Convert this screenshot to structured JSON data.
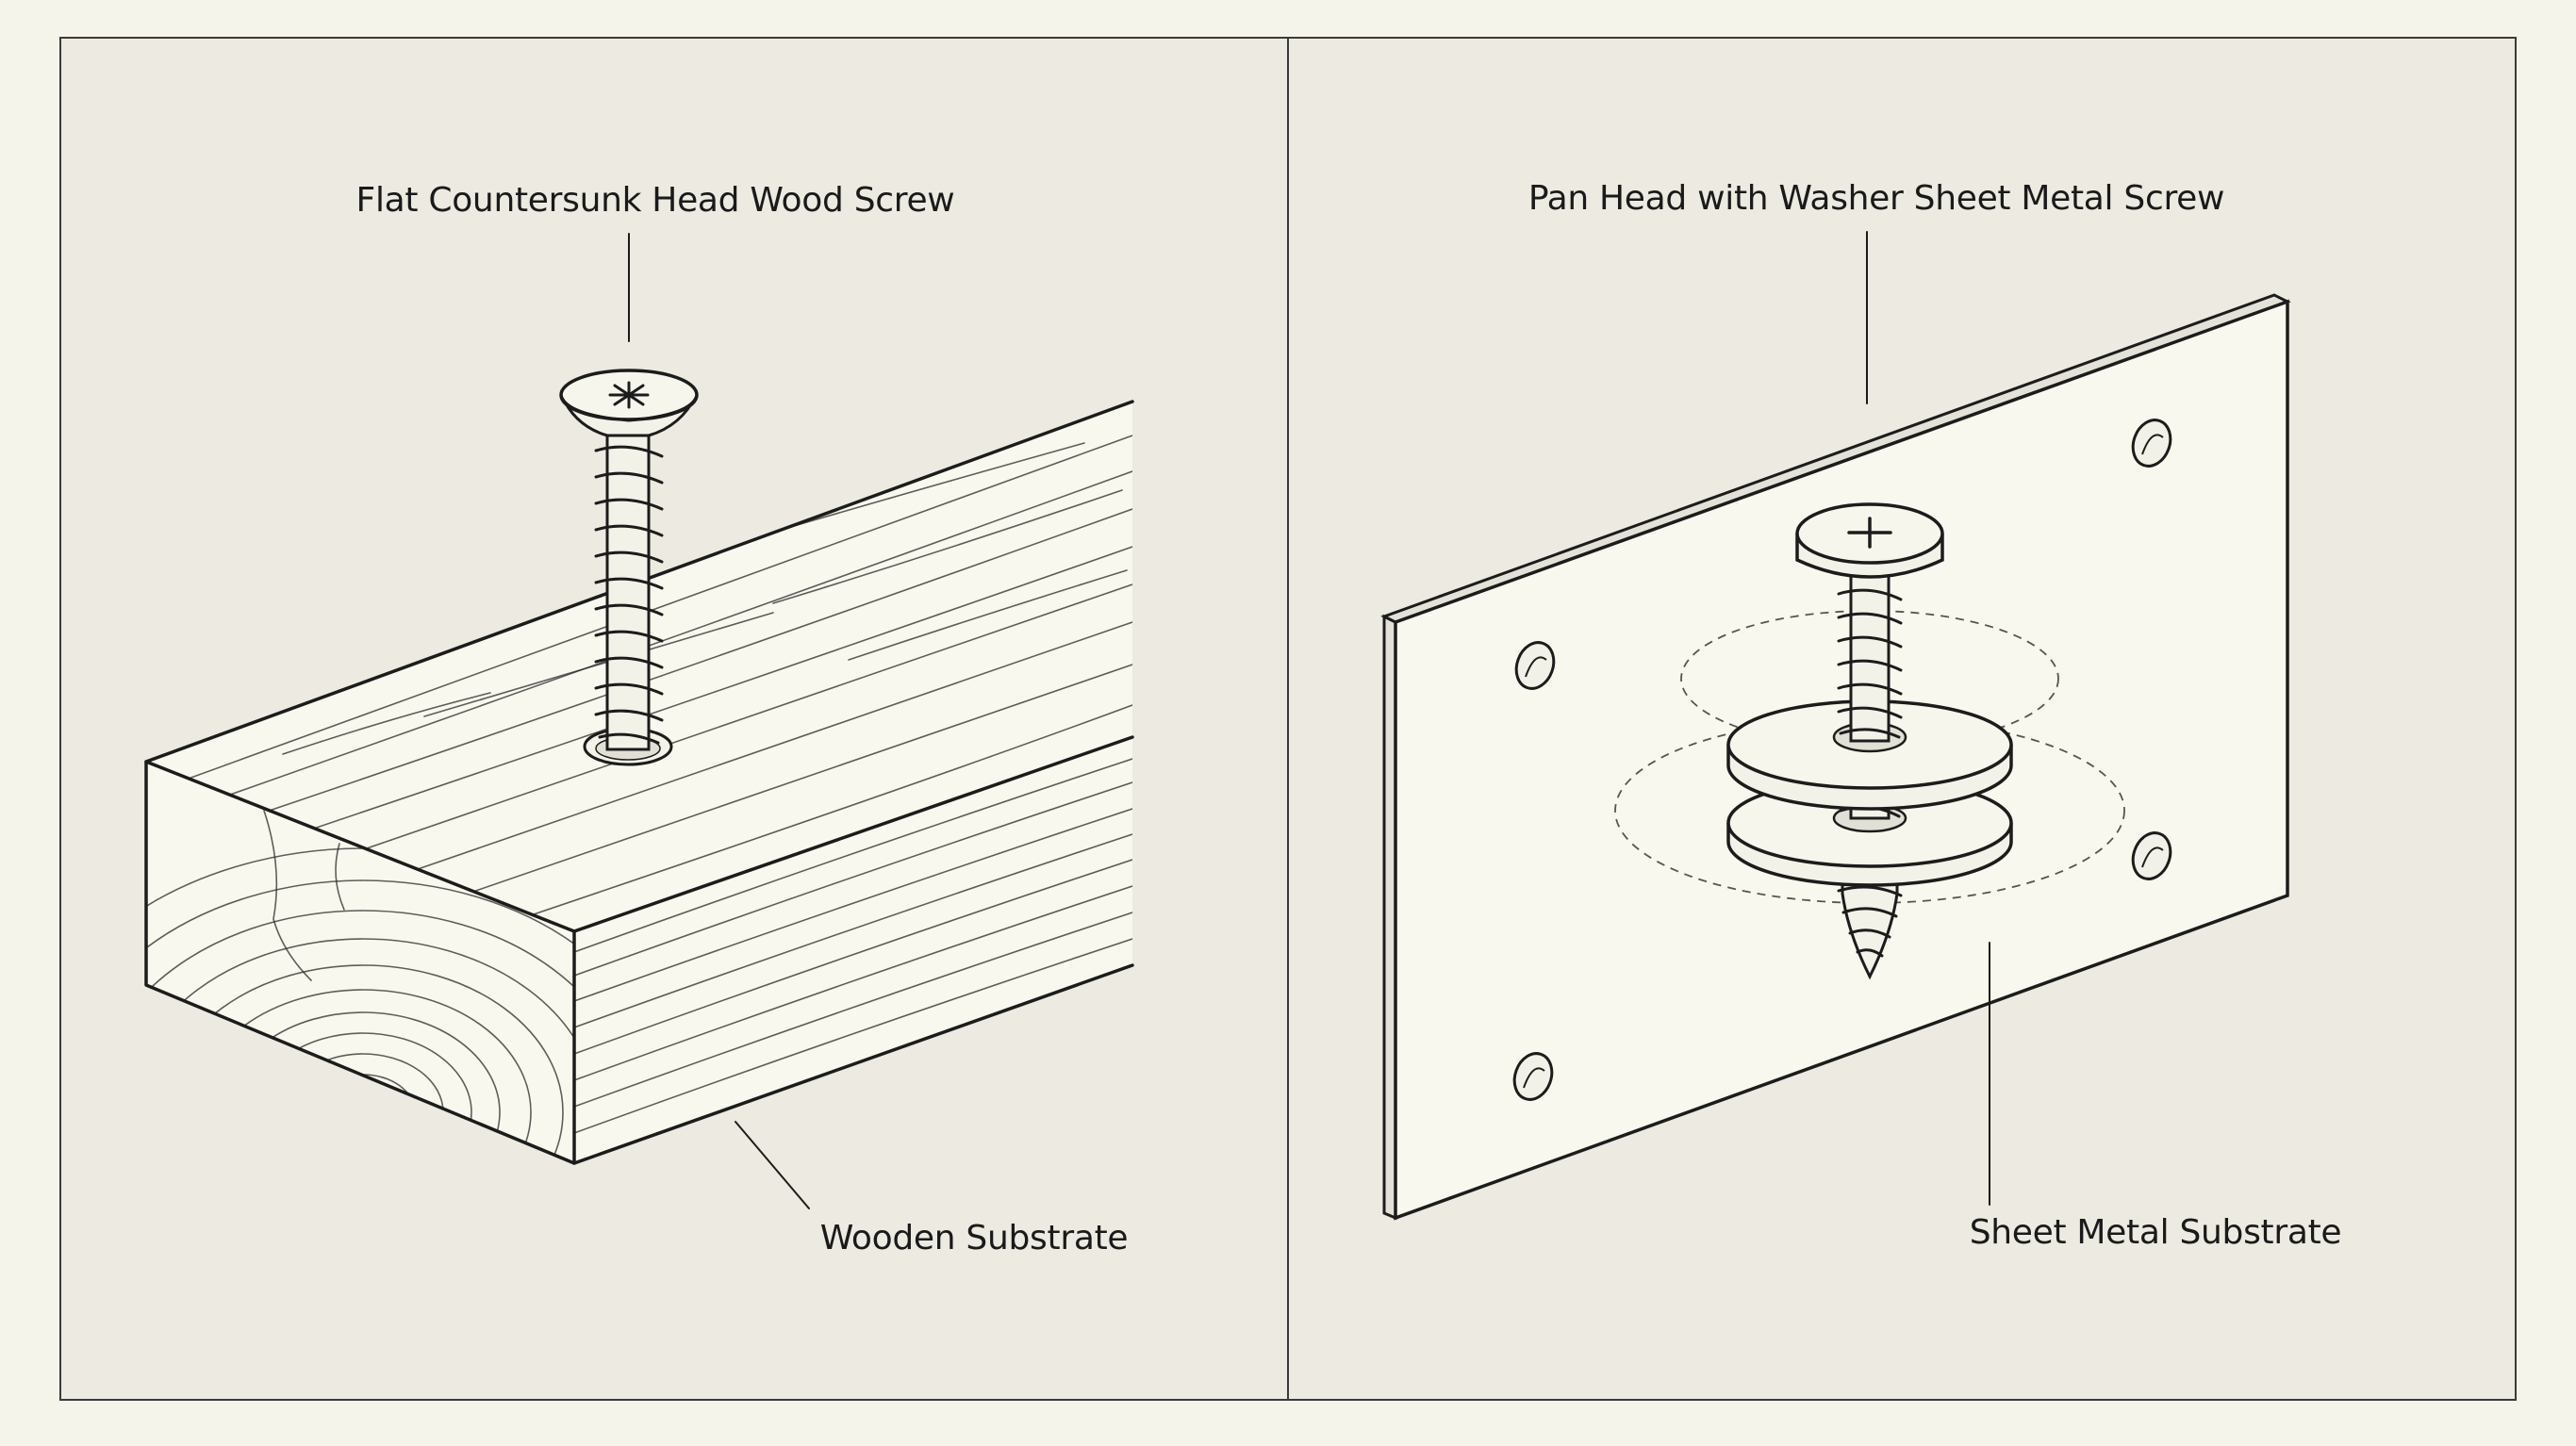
{
  "labels": {
    "wood_screw": "Flat Countersunk Head Wood Screw",
    "wooden_substrate": "Wooden Substrate",
    "metal_screw": "Pan Head with Washer Sheet Metal Screw",
    "metal_substrate": "Sheet Metal Substrate"
  },
  "colors": {
    "background": "#f5f4ea",
    "panel": "#eceae1",
    "surface": "#f9f8ee",
    "ink": "#1c1c1c"
  },
  "icons": {
    "wood_screw_drive": "pozidriv-star-icon",
    "metal_screw_drive": "phillips-cross-icon"
  }
}
